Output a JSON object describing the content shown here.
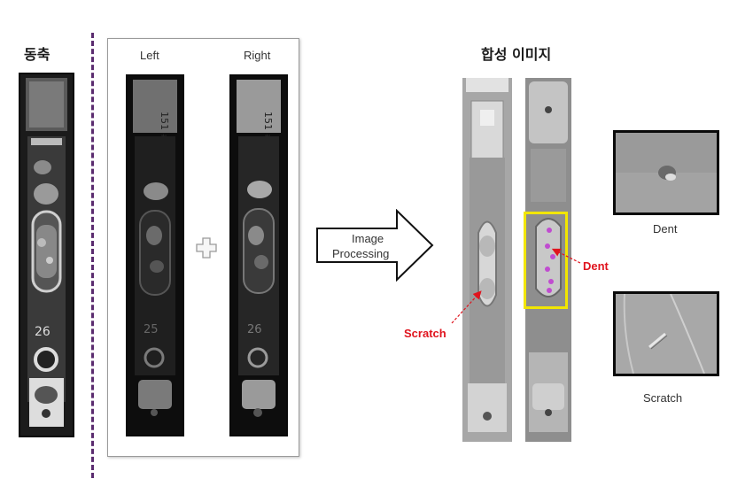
{
  "captions": {
    "original_title": "동축",
    "synth_title": "합성 이미지",
    "left_label": "Left",
    "right_label": "Right",
    "process_label_line1": "Image",
    "process_label_line2": "Processing",
    "dent_label": "Dent",
    "scratch_label": "Scratch",
    "dent_caption": "Dent",
    "scratch_caption": "Scratch"
  },
  "colors": {
    "highlight": "#f2e600",
    "annotation": "#e0141e",
    "divider": "#5b2c6f"
  },
  "icons": [
    "plus-icon",
    "arrow-right-icon"
  ]
}
